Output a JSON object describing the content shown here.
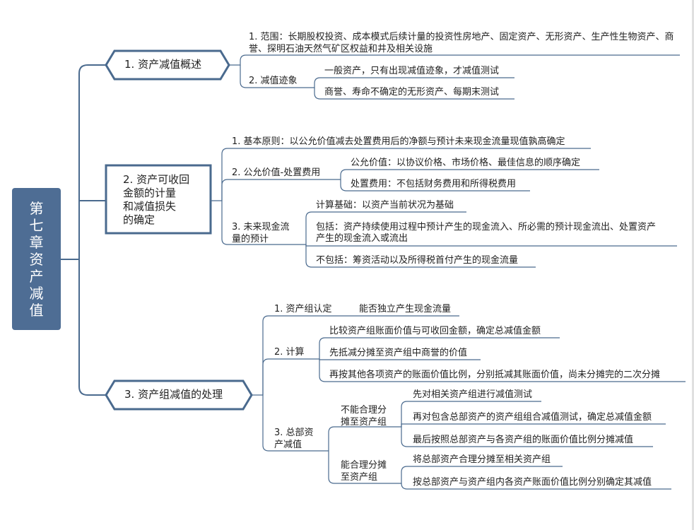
{
  "root": {
    "title": "第七章资产减值"
  },
  "topics": [
    {
      "label": "1. 资产减值概述",
      "children": [
        {
          "label": "1. 范围：长期股权投资、成本模式后续计量的投资性房地产、固定资产、无形资产、生产性生物资产、商誉、探明石油天然气矿区权益和井及相关设施"
        },
        {
          "label": "2. 减值迹象",
          "children": [
            {
              "label": "一般资产，只有出现减值迹象，才减值测试"
            },
            {
              "label": "商誉、寿命不确定的无形资产、每期末测试"
            }
          ]
        }
      ]
    },
    {
      "label": "2. 资产可收回金额的计量和减值损失的确定",
      "label_lines": [
        "2. 资产可收回",
        "金额的计量",
        "和减值损失",
        "的确定"
      ],
      "children": [
        {
          "label": "1. 基本原则：以公允价值减去处置费用后的净额与预计未来现金流量现值孰高确定"
        },
        {
          "label": "2. 公允价值-处置费用",
          "children": [
            {
              "label": "公允价值：以协议价格、市场价格、最佳信息的顺序确定"
            },
            {
              "label": "处置费用：不包括财务费用和所得税费用"
            }
          ]
        },
        {
          "label": "3. 未来现金流量的预计",
          "label_lines": [
            "3. 未来现金流",
            "量的预计"
          ],
          "children": [
            {
              "label": "计算基础：以资产当前状况为基础"
            },
            {
              "label": "包括：资产持续使用过程中预计产生的现金流入、所必需的预计现金流出、处置资产产生的现金流入或流出",
              "label_lines": [
                "包括：资产持续使用过程中预计产生的现金流入、所必需的预计现金流出、处置资产",
                "产生的现金流入或流出"
              ]
            },
            {
              "label": "不包括：筹资活动以及所得税首付产生的现金流量"
            }
          ]
        }
      ]
    },
    {
      "label": "3. 资产组减值的处理",
      "children": [
        {
          "label": "1. 资产组认定",
          "children": [
            {
              "label": "能否独立产生现金流量"
            }
          ]
        },
        {
          "label": "2. 计算",
          "children": [
            {
              "label": "比较资产组账面价值与可收回金额，确定总减值金额"
            },
            {
              "label": "先抵减分摊至资产组中商誉的价值"
            },
            {
              "label": "再按其他各项资产的账面价值比例，分别抵减其账面价值，尚未分摊完的二次分摊"
            }
          ]
        },
        {
          "label": "3. 总部资产减值",
          "label_lines": [
            "3. 总部资",
            "产减值"
          ],
          "children": [
            {
              "label": "不能合理分摊至资产组",
              "label_lines": [
                "不能合理分",
                "摊至资产组"
              ],
              "children": [
                {
                  "label": "先对相关资产组进行减值测试"
                },
                {
                  "label": "再对包含总部资产的资产组组合减值测试，确定总减值金额"
                },
                {
                  "label": "最后按照总部资产与各资产组的账面价值比例分摊减值"
                }
              ]
            },
            {
              "label": "能合理分摊至资产组",
              "label_lines": [
                "能合理分摊",
                "至资产组"
              ],
              "children": [
                {
                  "label": "将总部资产合理分摊至相关资产组"
                },
                {
                  "label": "按总部资产与资产组内各资产账面价值比例分别确定其减值"
                }
              ]
            }
          ]
        }
      ]
    }
  ],
  "colors": {
    "root_fill": "#4e6d94",
    "line": "#4a6a8e",
    "box_border": "#4a6a8e",
    "underline": "#4a6a8e"
  }
}
